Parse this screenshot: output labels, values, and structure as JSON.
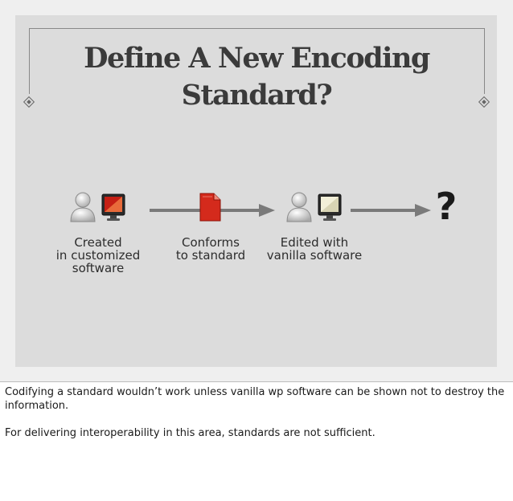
{
  "slide": {
    "title_lines": [
      "Define A New Encoding",
      "Standard?"
    ],
    "steps": [
      {
        "icons": [
          "user-icon",
          "monitor-red-icon"
        ],
        "caption_lines": [
          "Created",
          "in customized",
          "software"
        ]
      },
      {
        "icons": [
          "red-document-icon"
        ],
        "caption_lines": [
          "Conforms",
          "to standard"
        ]
      },
      {
        "icons": [
          "user-icon",
          "monitor-icon"
        ],
        "caption_lines": [
          "Edited with",
          "vanilla software"
        ]
      },
      {
        "icons": [
          "question-mark-icon"
        ],
        "caption_lines": []
      }
    ],
    "question_mark": "?"
  },
  "notes": {
    "paragraphs": [
      "Codifying a standard wouldn’t work unless vanilla wp software can be shown not to destroy the information.",
      "For delivering interoperability in this area, standards are not sufficient."
    ]
  },
  "colors": {
    "slide_bg": "#dcdcdc",
    "title": "#3b3b3b",
    "arrow": "#7a7a7a",
    "accent_red": "#d42a1c"
  }
}
